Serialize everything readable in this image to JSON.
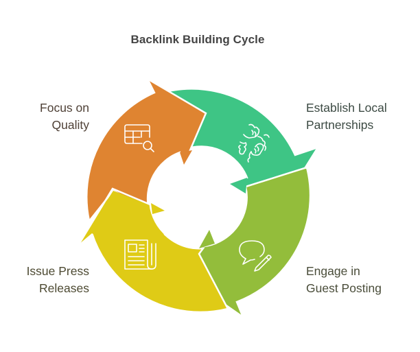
{
  "title": "Backlink Building Cycle",
  "chart_data": {
    "type": "cycle",
    "title": "Backlink Building Cycle",
    "steps": [
      {
        "label": "Establish Local Partnerships",
        "line1": "Establish Local",
        "line2": "Partnerships",
        "icon": "handshake-icon",
        "color": "#3ec585"
      },
      {
        "label": "Engage in Guest Posting",
        "line1": "Engage in",
        "line2": "Guest Posting",
        "icon": "chat-pencil-icon",
        "color": "#93bd3b"
      },
      {
        "label": "Issue Press Releases",
        "line1": "Issue Press",
        "line2": "Releases",
        "icon": "newspaper-icon",
        "color": "#dfcb16"
      },
      {
        "label": "Focus on Quality",
        "line1": "Focus on",
        "line2": "Quality",
        "icon": "table-search-icon",
        "color": "#df8431"
      }
    ],
    "direction": "clockwise"
  }
}
